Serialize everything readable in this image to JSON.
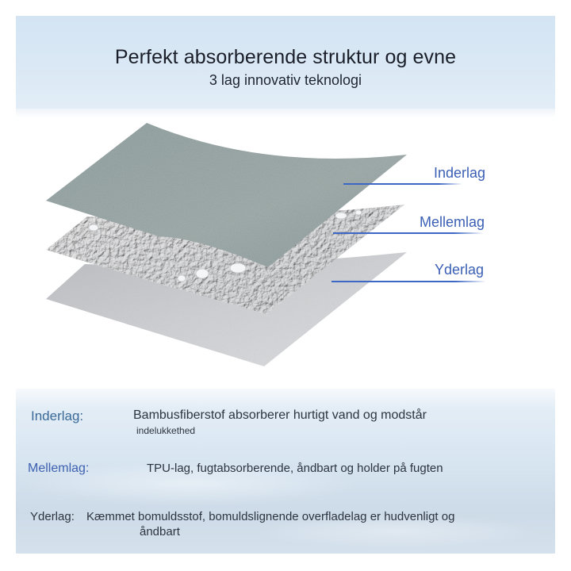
{
  "header": {
    "title": "Perfekt absorberende struktur og evne",
    "subtitle": "3 lag innovativ teknologi"
  },
  "illustration": {
    "layers": [
      {
        "id": "inner",
        "label": "Inderlag",
        "color": "#9eabab"
      },
      {
        "id": "middle",
        "label": "Mellemlag",
        "color": "#e3e3e4"
      },
      {
        "id": "outer",
        "label": "Yderlag",
        "color": "#c9cacd"
      }
    ],
    "leader_color": "#3d67c4",
    "label_color": "#3a5fb5"
  },
  "descriptions": [
    {
      "label": "Inderlag:",
      "text": "Bambusfiberstof absorberer hurtigt vand og modstår",
      "continuation": "indelukkethed"
    },
    {
      "label": "Mellemlag:",
      "text": "TPU-lag, fugtabsorberende, åndbart og holder på fugten"
    },
    {
      "label": "Yderlag:",
      "text": "Kæmmet bomuldsstof, bomuldslignende overfladelag er hudvenligt og",
      "continuation": "åndbart"
    }
  ]
}
